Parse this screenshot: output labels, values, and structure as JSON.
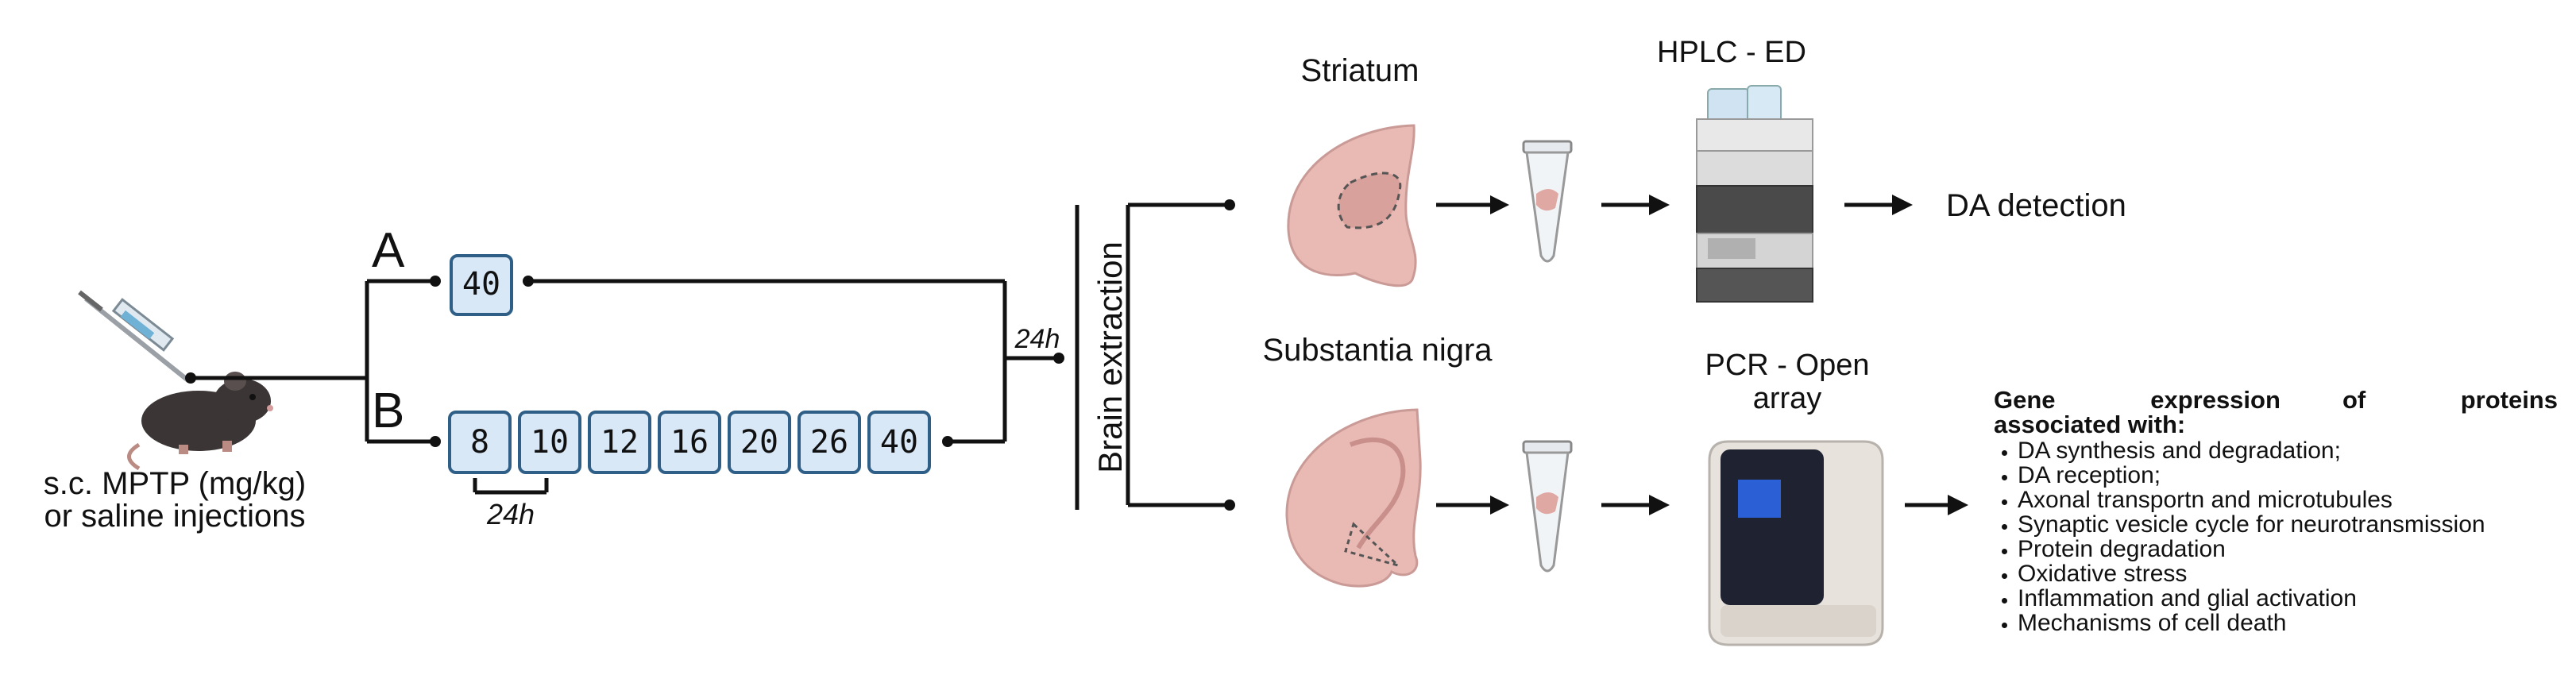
{
  "injection_label": [
    "s.c. MPTP (mg/kg)",
    "or saline injections"
  ],
  "group_a": {
    "label": "A",
    "doses": [
      "40"
    ]
  },
  "group_b": {
    "label": "B",
    "doses": [
      "8",
      "10",
      "12",
      "16",
      "20",
      "26",
      "40"
    ],
    "interval_label": "24h"
  },
  "wait_label": "24h",
  "brain_extraction_label": "Brain extraction",
  "striatum": {
    "title": "Striatum",
    "method": "HPLC - ED",
    "result": "DA detection"
  },
  "substantia_nigra": {
    "title": "Substantia nigra",
    "method": [
      "PCR - Open",
      "array"
    ]
  },
  "gene_expression": {
    "title_words": [
      "Gene",
      "expression",
      "of",
      "proteins",
      "associated",
      "with:"
    ],
    "items": [
      "DA synthesis and degradation;",
      "DA reception;",
      "Axonal transportn and microtubules",
      "Synaptic vesicle cycle for neurotransmission",
      "Protein degradation",
      "Oxidative stress",
      "Inflammation  and glial activation",
      "Mechanisms of cell death"
    ]
  },
  "colors": {
    "box_fill": "#d9e8f7",
    "box_stroke": "#2f5f86",
    "brain_fill": "#e9b9b4",
    "mouse_body": "#3b3535"
  }
}
